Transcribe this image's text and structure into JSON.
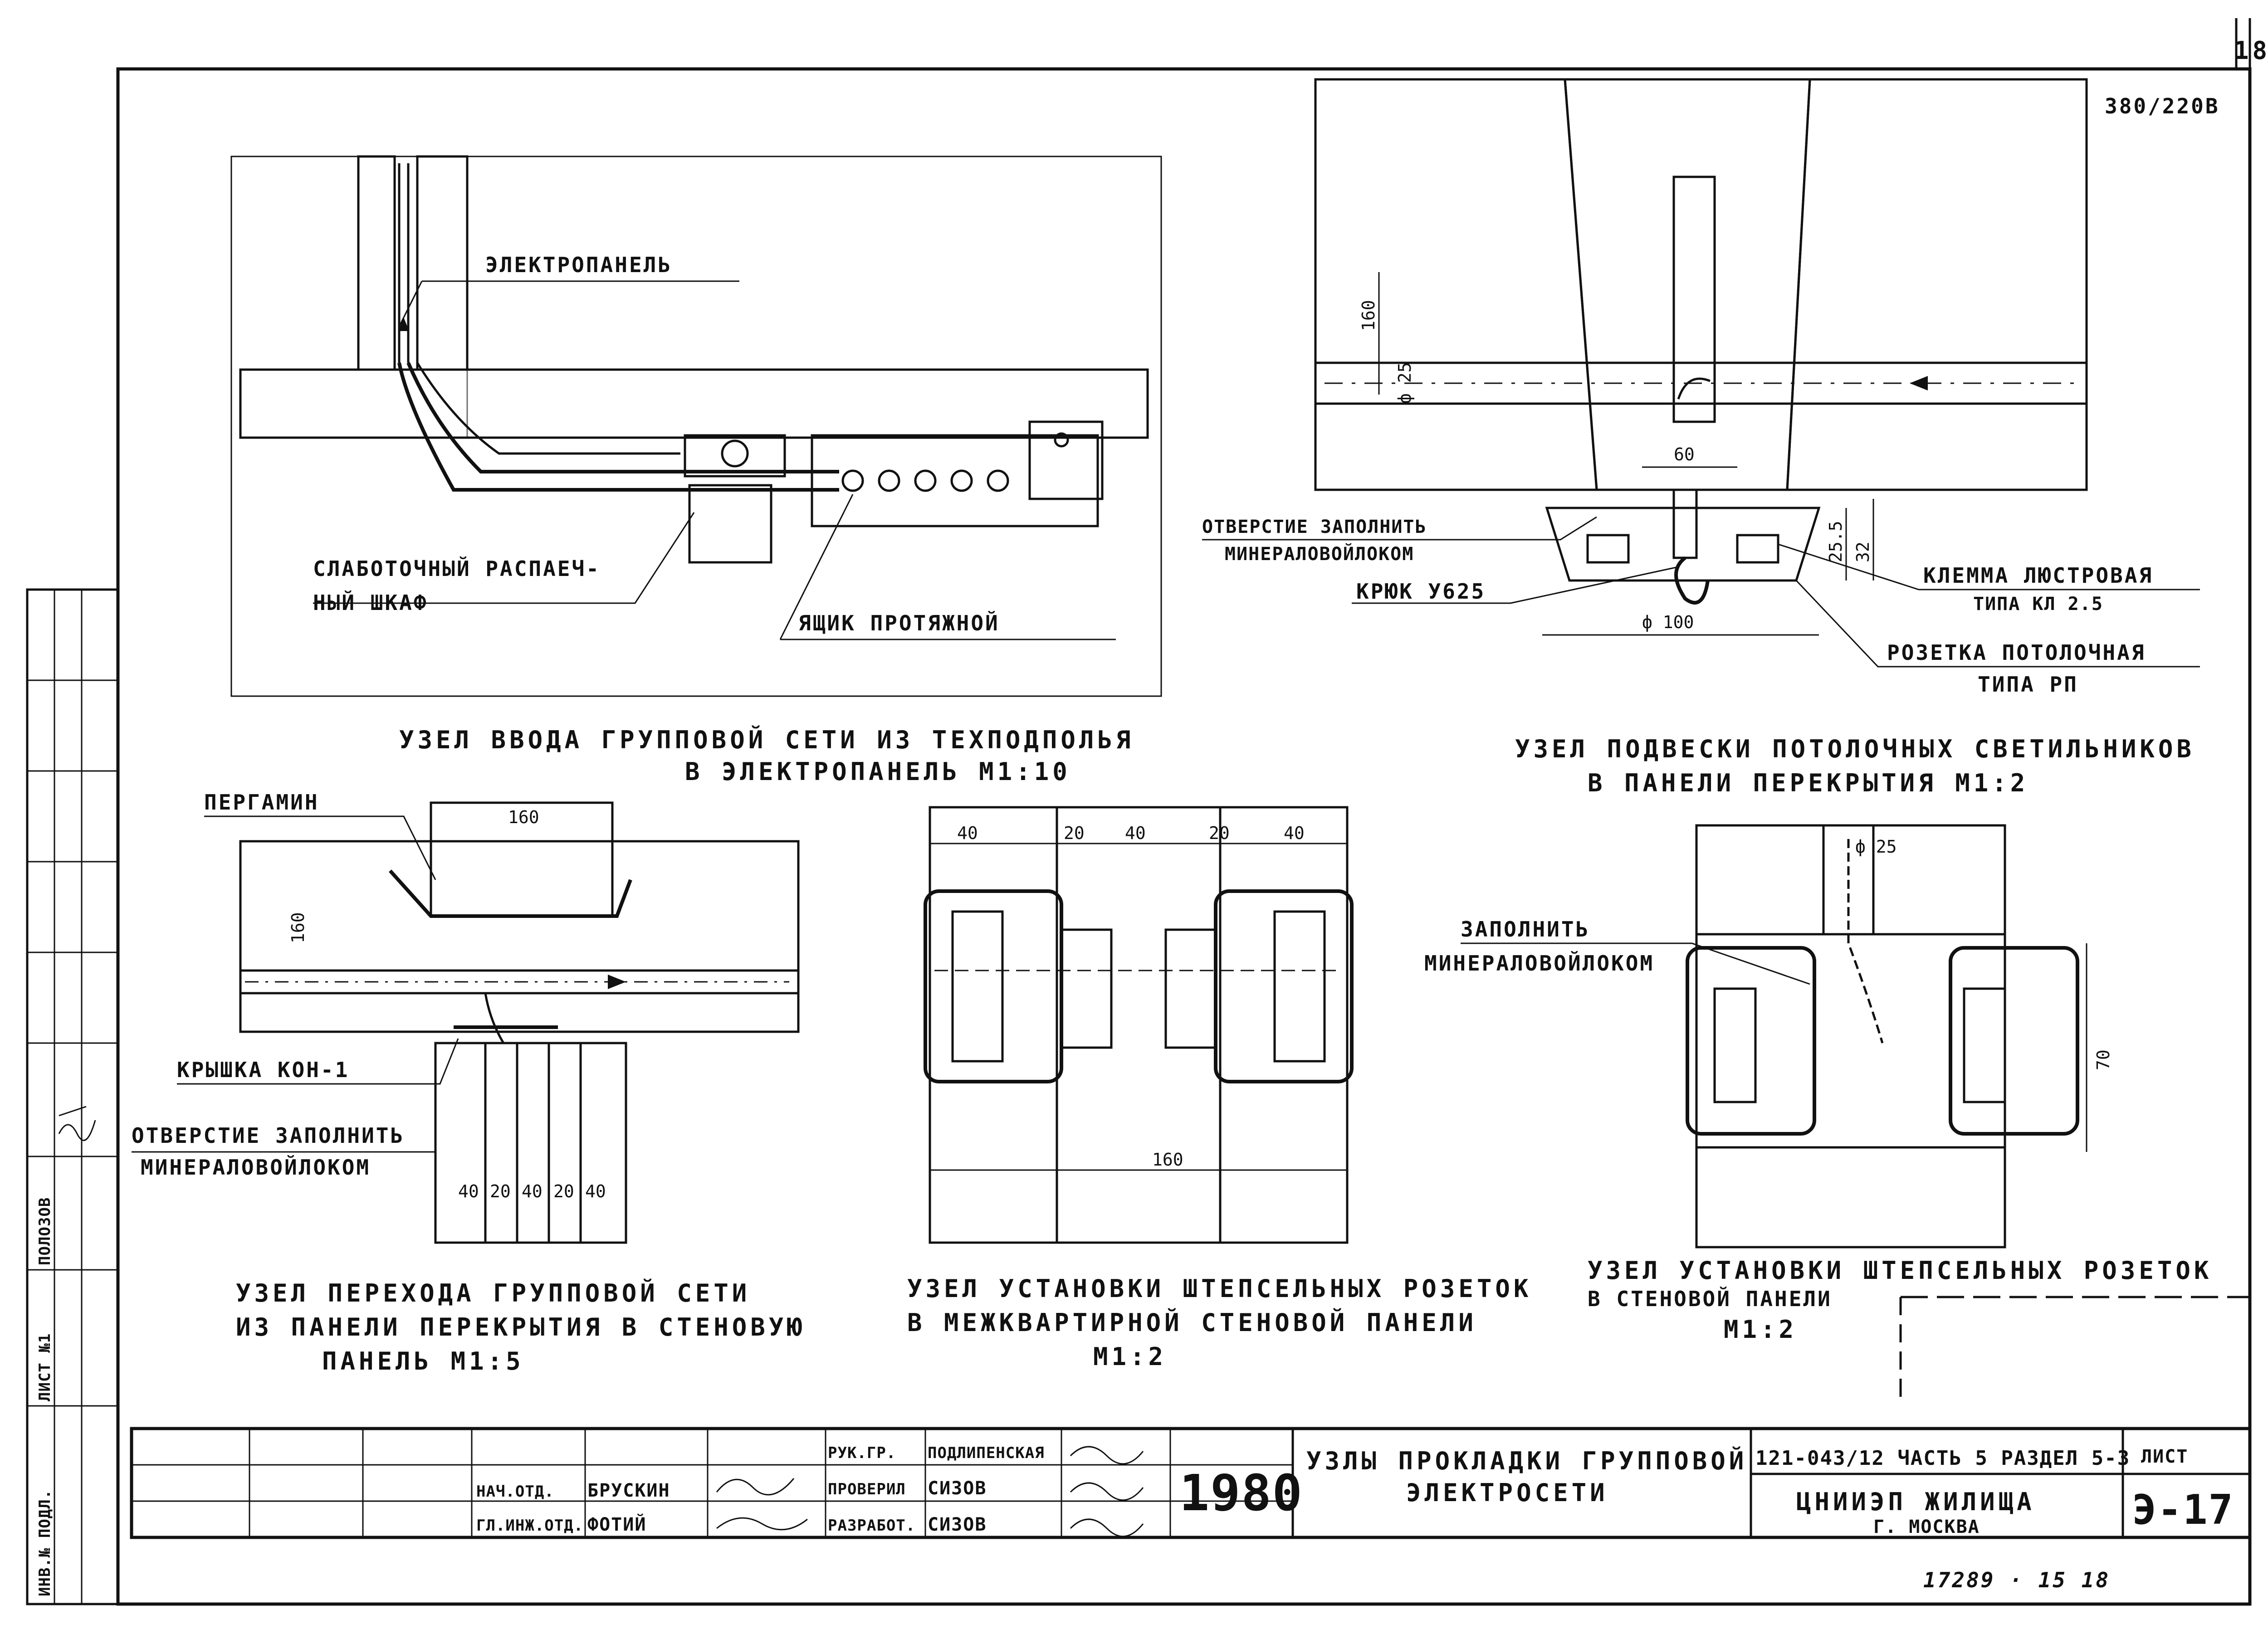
{
  "sheet": {
    "corner_number": "18",
    "voltage": "380/220В",
    "bottom_note": "17289 · 15   18",
    "left_strip": {
      "inv_no": "ИНВ.№ ПОДЛ.",
      "sheet_no": "ЛИСТ №1",
      "name": "ПОЛОЗОВ"
    }
  },
  "drawings": {
    "entry_node": {
      "title_line1": "УЗЕЛ  ВВОДА  ГРУППОВОЙ  СЕТИ  ИЗ  ТЕХПОДПОЛЬЯ",
      "title_line2": "В ЭЛЕКТРОПАНЕЛЬ  М1:10",
      "label_panel": "ЭЛЕКТРОПАНЕЛЬ",
      "label_box_line1": "СЛАБОТОЧНЫЙ  РАСПАЕЧ-",
      "label_box_line2": "НЫЙ   ШКАФ",
      "label_pull": "ЯЩИК  ПРОТЯЖНОЙ"
    },
    "ceiling_node": {
      "title_line1": "УЗЕЛ  ПОДВЕСКИ  ПОТОЛОЧНЫХ  СВЕТИЛЬНИКОВ",
      "title_line2": "В ПАНЕЛИ   ПЕРЕКРЫТИЯ    М1:2",
      "hole_line1": "ОТВЕРСТИЕ  ЗАПОЛНИТЬ",
      "hole_line2": "МИНЕРАЛОВОЙЛОКОМ",
      "hook": "КРЮК У625",
      "clamp_line1": "КЛЕММА  ЛЮСТРОВАЯ",
      "clamp_line2": "ТИПА КЛ 2.5",
      "socket_line1": "РОЗЕТКА  ПОТОЛОЧНАЯ",
      "socket_line2": "ТИПА РП",
      "d160": "160",
      "d25": "ф 25",
      "d60": "60",
      "d255": "25.5",
      "d32": "32",
      "d100": "ф 100"
    },
    "transition_node": {
      "title_line1": "УЗЕЛ  ПЕРЕХОДА  ГРУППОВОЙ  СЕТИ",
      "title_line2": "ИЗ  ПАНЕЛИ  ПЕРЕКРЫТИЯ  В  СТЕНОВУЮ",
      "title_line3": "ПАНЕЛЬ     М1:5",
      "pergamin": "ПЕРГАМИН",
      "cover": "КРЫШКА  КОН-1",
      "hole_line1": "ОТВЕРСТИЕ  ЗАПОЛНИТЬ",
      "hole_line2": "МИНЕРАЛОВОЙЛОКОМ",
      "d160a": "160",
      "d160b": "160",
      "dims": [
        "40",
        "20",
        "40",
        "20",
        "40"
      ]
    },
    "interapt_node": {
      "title_line1": "УЗЕЛ  УСТАНОВКИ  ШТЕПСЕЛЬНЫХ  РОЗЕТОК",
      "title_line2": "В  МЕЖКВАРТИРНОЙ  СТЕНОВОЙ  ПАНЕЛИ",
      "title_line3": "М1:2",
      "dims": [
        "40",
        "20",
        "40",
        "20",
        "40"
      ],
      "d160": "160"
    },
    "wall_node": {
      "title_line1": "УЗЕЛ  УСТАНОВКИ  ШТЕПСЕЛЬНЫХ  РОЗЕТОК",
      "title_line2": "В  СТЕНОВОЙ  ПАНЕЛИ",
      "title_line3": "М1:2",
      "fill_line1": "ЗАПОЛНИТЬ",
      "fill_line2": "МИНЕРАЛОВОЙЛОКОМ",
      "d25": "ф 25",
      "d70": "70"
    }
  },
  "title_block": {
    "roles": [
      {
        "role": "НАЧ.ОТД.",
        "name": "БРУСКИН"
      },
      {
        "role": "ГЛ.ИНЖ.ОТД.",
        "name": "ФОТИЙ"
      }
    ],
    "roles_right": [
      {
        "role": "РУК.ГР.",
        "name": "ПОДЛИПЕНСКАЯ"
      },
      {
        "role": "ПРОВЕРИЛ",
        "name": "СИЗОВ"
      },
      {
        "role": "РАЗРАБОТ.",
        "name": "СИЗОВ"
      }
    ],
    "year": "1980",
    "name_line1": "УЗЛЫ  ПРОКЛАДКИ  ГРУППОВОЙ",
    "name_line2": "ЭЛЕКТРОСЕТИ",
    "code": "121-043/12 ЧАСТЬ 5 РАЗДЕЛ 5-3",
    "org_line1": "ЦНИИЭП ЖИЛИЩА",
    "org_line2": "Г. МОСКВА",
    "sheet_label": "ЛИСТ",
    "sheet_value": "Э-17"
  }
}
